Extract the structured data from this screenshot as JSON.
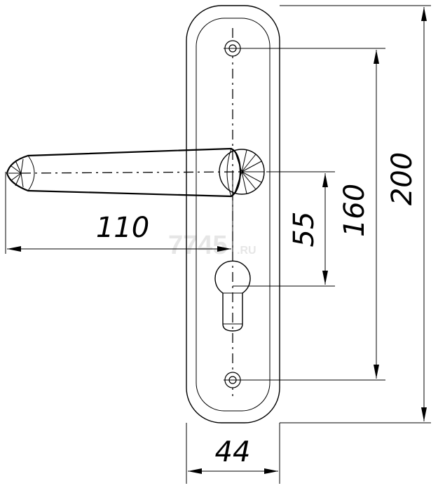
{
  "dimensions": {
    "lever_length": "110",
    "handle_to_cylinder": "55",
    "screw_spacing": "160",
    "plate_height": "200",
    "plate_width": "44"
  },
  "watermark": {
    "text": "7745",
    "suffix": ".RU"
  }
}
